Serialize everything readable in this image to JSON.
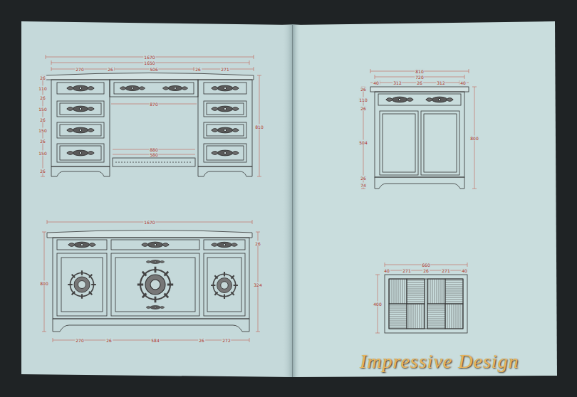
{
  "diagram": {
    "labels": [
      "1670",
      "1650",
      "270",
      "26",
      "506",
      "26",
      "271",
      "870",
      "880",
      "580",
      "810",
      "26",
      "110",
      "26",
      "150",
      "26",
      "150",
      "26",
      "150",
      "26",
      "1670",
      "800",
      "26",
      "324",
      "270",
      "26",
      "584",
      "26",
      "272",
      "810",
      "720",
      "40",
      "312",
      "26",
      "312",
      "40",
      "26",
      "110",
      "26",
      "504",
      "26",
      "74",
      "800",
      "660",
      "40",
      "271",
      "26",
      "271",
      "40",
      "400",
      "Impressive Design"
    ]
  }
}
